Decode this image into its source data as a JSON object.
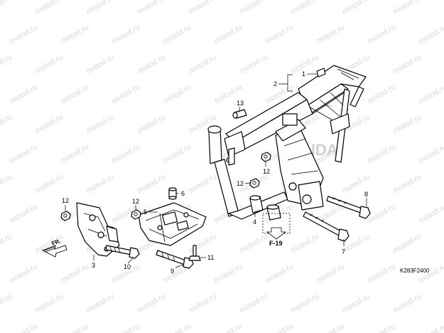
{
  "watermark_text": "motod.ru",
  "callouts": {
    "c1": "1",
    "c2": "2",
    "c3": "3",
    "c4": "4",
    "c5": "5",
    "c6": "6",
    "c7": "7",
    "c8": "8",
    "c9": "9",
    "c10": "10",
    "c11": "11",
    "c12a": "12",
    "c12b": "12",
    "c12c": "12",
    "c13": "13"
  },
  "front_arrow_label": "FR.",
  "section_reference": "F-19",
  "diagram_code": "K283F2400",
  "logo_text": "HONDA"
}
